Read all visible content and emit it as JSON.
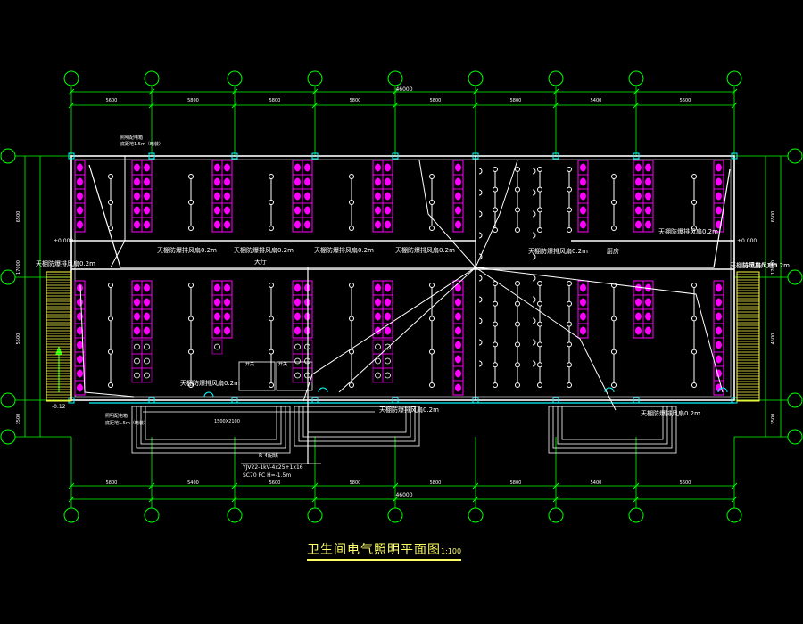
{
  "drawing": {
    "title": "卫生间电气照明平面图",
    "scale": "1:100",
    "overall_dimension": "46000",
    "top_bay_dims": [
      "5600",
      "5800",
      "5800",
      "5800",
      "5800",
      "5800",
      "5400",
      "5600"
    ],
    "bottom_bay_dims": [
      "5800",
      "5400",
      "5600",
      "5800",
      "5800",
      "5800",
      "5400",
      "5600"
    ],
    "side_dims_left": [
      "6500",
      "17000",
      "5500",
      "3500"
    ],
    "side_dims_right": [
      "6500",
      "17000",
      "4500",
      "3500"
    ],
    "level_marks": [
      "±0.000",
      "±0.000",
      "-0.12"
    ],
    "room_labels": [
      "大厅",
      "厨房"
    ],
    "fan_note": "天棚防爆排风扇0.2m",
    "fan_note_short": "排风扇0.2m",
    "panel_note_1": "照明配电箱",
    "panel_note_2": "底距地1.5m（暗装）",
    "cable_note_1": "R-4配线",
    "cable_note_2": "YJV22-1kV-4x25+1x16",
    "cable_note_3": "SC70  FC  H=-1.5m",
    "switch_note": "开关",
    "door_note": "1500X2100"
  },
  "colors": {
    "background": "#000000",
    "axis": "#00ff00",
    "wall": "#ffffff",
    "fixture": "#ff00ff",
    "wire": "#ffffff",
    "stair": "#ffff44",
    "title": "#ffff66",
    "cyan": "#00ffff"
  }
}
